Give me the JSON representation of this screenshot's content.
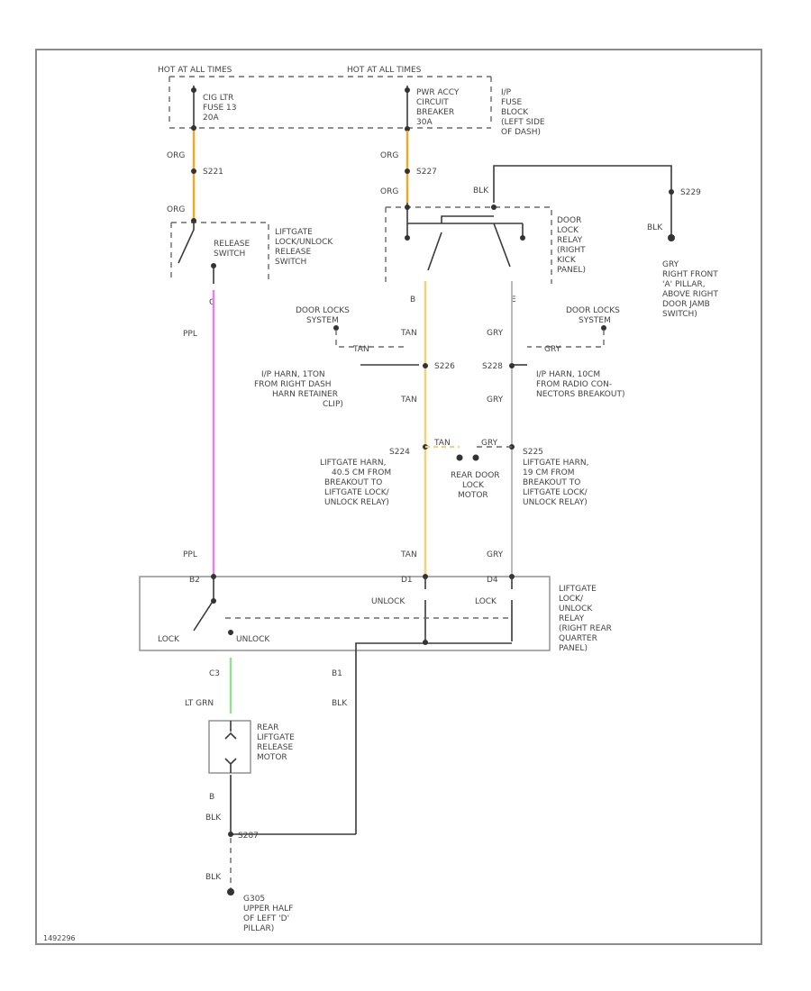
{
  "hot_left": "HOT AT ALL TIMES",
  "hot_right": "HOT AT ALL TIMES",
  "fuse13": [
    "CIG LTR",
    "FUSE 13",
    "20A"
  ],
  "breaker": [
    "PWR ACCY",
    "CIRCUIT",
    "BREAKER",
    "30A"
  ],
  "fuse_block": [
    "I/P",
    "FUSE",
    "BLOCK",
    "(LEFT SIDE",
    "OF DASH)"
  ],
  "s221": "S221",
  "s227": "S227",
  "s229": "S229",
  "org": "ORG",
  "blk": "BLK",
  "grn_left": "GRY",
  "release_switch": [
    "LIFTGATE",
    "LOCK/UNLOCK",
    "RELEASE",
    "SWITCH"
  ],
  "release_label": [
    "RELEASE",
    "SWITCH"
  ],
  "door_lock_relay": [
    "DOOR",
    "LOCK",
    "RELAY",
    "(RIGHT",
    "KICK",
    "PANEL)"
  ],
  "ground_note": [
    "GRY",
    "RIGHT FRONT",
    "'A' PILLAR,",
    "ABOVE RIGHT",
    "DOOR JAMB",
    "SWITCH)"
  ],
  "pin_c_top": "C",
  "pin_b": "B",
  "pin_e": "E",
  "ppl": "PPL",
  "tan": "TAN",
  "gry": "GRY",
  "door_locks_left": [
    "DOOR LOCKS",
    "SYSTEM"
  ],
  "door_locks_right": [
    "DOOR LOCKS",
    "SYSTEM"
  ],
  "s226": "S226",
  "s228": "S228",
  "s224": "S224",
  "s225": "S225",
  "harn_left": [
    "I/P HARN, 1TON",
    "FROM RIGHT DASH",
    "HARN RETAINER",
    "CLIP)"
  ],
  "harn_right": [
    "I/P HARN, 10CM",
    "FROM RADIO CON-",
    "NECTORS BREAKOUT)"
  ],
  "liftgate_harn_left": [
    "LIFTGATE HARN,",
    "40.5 CM FROM",
    "BREAKOUT TO",
    "LIFTGATE LOCK/",
    "UNLOCK RELAY)"
  ],
  "liftgate_harn_right": [
    "LIFTGATE HARN,",
    "19 CM FROM",
    "BREAKOUT TO",
    "LIFTGATE LOCK/",
    "UNLOCK RELAY)"
  ],
  "rear_door_motor": [
    "REAR DOOR",
    "LOCK",
    "MOTOR"
  ],
  "relay_title": [
    "LIFTGATE",
    "LOCK/",
    "UNLOCK",
    "RELAY",
    "(RIGHT REAR",
    "QUARTER",
    "PANEL)"
  ],
  "relay_unlock": "UNLOCK",
  "relay_lock": "LOCK",
  "relay_lock_left": "LOCK",
  "relay_unlock_left": "UNLOCK",
  "b2": "B2",
  "d1": "D1",
  "d4": "D4",
  "c3": "C3",
  "b1": "B1",
  "lt_grn": "LT GRN",
  "blk_b1": "BLK",
  "motor": [
    "REAR",
    "LIFTGATE",
    "RELEASE",
    "MOTOR"
  ],
  "pin_b_motor": "B",
  "blk_motor": "BLK",
  "s_ground": "S287",
  "blk_bottom": "BLK",
  "ground_bottom": [
    "G305",
    "UPPER HALF",
    "OF LEFT 'D'",
    "PILLAR)"
  ],
  "figure_id": "1492296",
  "colors": {
    "org": "#f5a623",
    "ppl": "#e87ee8",
    "tan": "#f3d27a",
    "gry": "#b5b5b5",
    "ltgrn": "#8fe38f"
  }
}
